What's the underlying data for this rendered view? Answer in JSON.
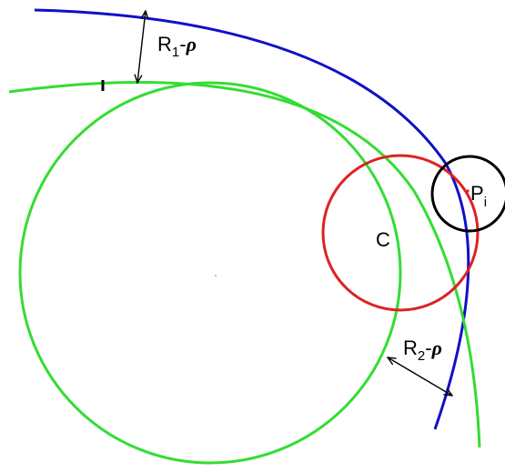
{
  "labels": {
    "r1": {
      "base": "R",
      "sub": "1",
      "dash": "-",
      "rho": "ρ"
    },
    "r2": {
      "base": "R",
      "sub": "2",
      "dash": "-",
      "rho": "ρ"
    },
    "c": "C",
    "p": {
      "base": "P",
      "sub": "i"
    }
  },
  "colors": {
    "outer_arc": "#1010c8",
    "green": "#33dd33",
    "red": "#dd2222",
    "black": "#000000"
  }
}
